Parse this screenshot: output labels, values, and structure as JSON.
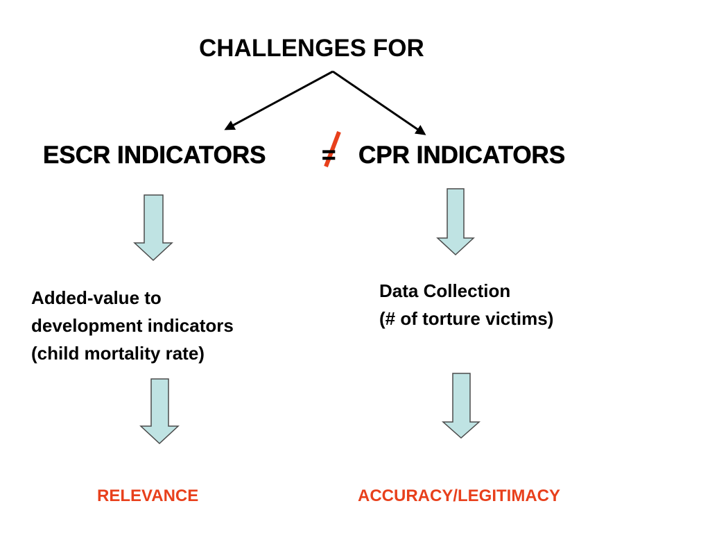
{
  "slide": {
    "title": "CHALLENGES FOR",
    "escr_label": "ESCR INDICATORS",
    "equals_sign": "=",
    "cpr_label": "CPR INDICATORS",
    "escr_consequence": {
      "lines": [
        "Added-value to",
        "development indicators",
        "(child mortality rate)"
      ]
    },
    "cpr_consequence": {
      "lines": [
        "Data Collection",
        "(# of torture victims)"
      ]
    },
    "escr_challenge": "RELEVANCE",
    "cpr_challenge": "ACCURACY/LEGITIMACY"
  },
  "colors": {
    "text": "#000000",
    "accent_red": "#e8401c",
    "arrow_fill": "#bfe3e3",
    "arrow_stroke": "#4a4a4a",
    "line": "#000000"
  }
}
